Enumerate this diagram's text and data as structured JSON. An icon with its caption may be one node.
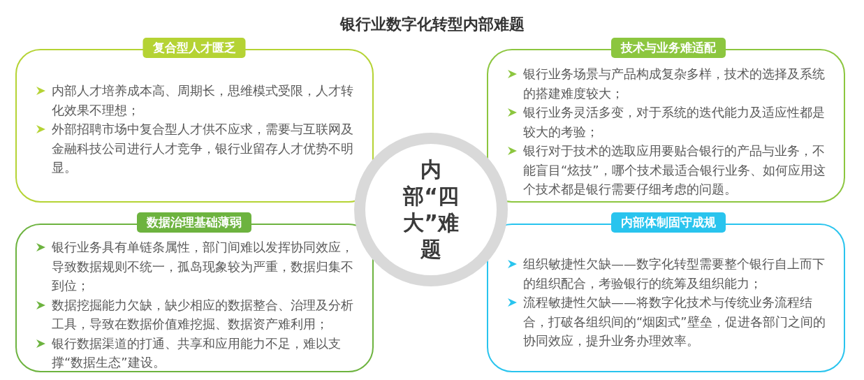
{
  "diagram": {
    "title": "银行业数字化转型内部难题",
    "nodes": [
      {
        "text": [
          "复合型人才匮乏"
        ]
      },
      {
        "text": [
          "内部人才培养成本高、周期长，思维模式受限，人才转化效果不理想；",
          "外部招聘市场中复合型人才供不应求，需要与互联网及金融科技公司进行人才竞争，银行业留存人才优势不明显。"
        ]
      },
      {
        "text": [
          "技术与业务难适配"
        ]
      },
      {
        "text": [
          "银行业务场景与产品构成复杂多样，技术的选择及系统的搭建难度较大；",
          "银行业务灵活多变，对于系统的迭代能力及适应性都是较大的考验；",
          "银行对于技术的选取应用要贴合银行的产品与业务，不能盲目“炫技”，哪个技术最适合银行业务、如何应用这个技术都是银行需要仔细考虑的问题。"
        ]
      },
      {
        "text": [
          "数据治理基础薄弱"
        ]
      },
      {
        "text": [
          "银行业务具有单链条属性，部门间难以发挥协同效应，导致数据规则不统一，孤岛现象较为严重，数据归集不到位；",
          "数据挖掘能力欠缺，缺少相应的数据整合、治理及分析工具，导致在数据价值难挖掘、数据资产难利用；",
          "银行数据渠道的打通、共享和应用能力不足，难以支撑“数据生态”建设。"
        ]
      },
      {
        "text": [
          "内部体制固守成规"
        ]
      },
      {
        "text": [
          "组织敏捷性欠缺——数字化转型需要整个银行自上而下的组织配合，考验银行的统筹及组织能力；",
          "流程敏捷性欠缺——将数字化技术与传统业务流程结合，打破各组织间的“烟囱式”壁垒，促进各部门之间的协同效应，提升业务办理效率。"
        ]
      },
      {
        "text": [
          "内部“四大”难题"
        ]
      }
    ]
  }
}
